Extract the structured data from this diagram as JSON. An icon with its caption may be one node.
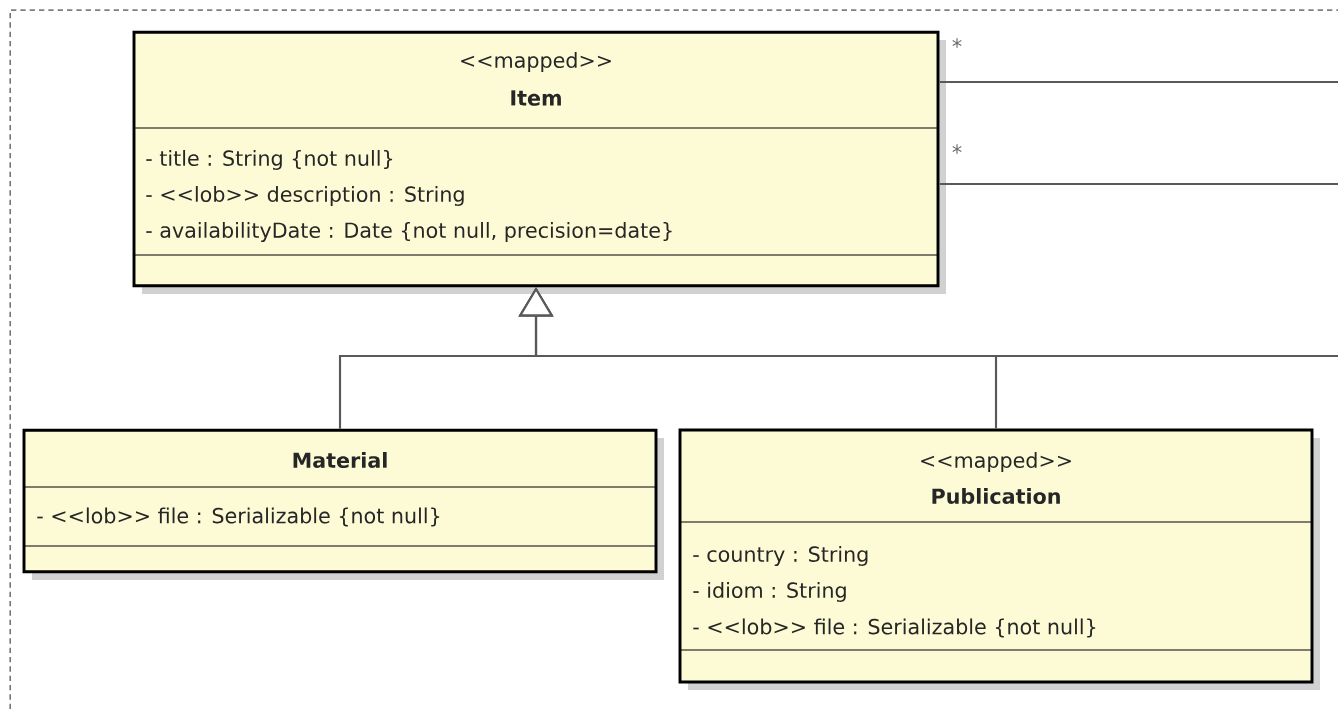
{
  "diagram": {
    "nodes": [
      {
        "text": [
          "<<mapped>>",
          "Item",
          "- title : String {not null}",
          "- <<lob>> description : String",
          "- availabilityDate : Date {not null, precision=date}"
        ]
      },
      {
        "text": [
          "Material",
          "- <<lob>> file : Serializable {not null}"
        ]
      },
      {
        "text": [
          "<<mapped>>",
          "Publication",
          "- country : String",
          "- idiom : String",
          "- <<lob>> file : Serializable {not null}"
        ]
      }
    ],
    "edges": [
      {
        "from": 1,
        "to": 0,
        "arrow": "to"
      },
      {
        "from": 2,
        "to": 0,
        "arrow": "to"
      },
      {
        "from": null,
        "to": 0,
        "arrow": "to"
      },
      {
        "from": 0,
        "to": null,
        "arrow": "none",
        "label": "*"
      },
      {
        "from": 0,
        "to": null,
        "arrow": "none",
        "label": "*"
      }
    ]
  }
}
